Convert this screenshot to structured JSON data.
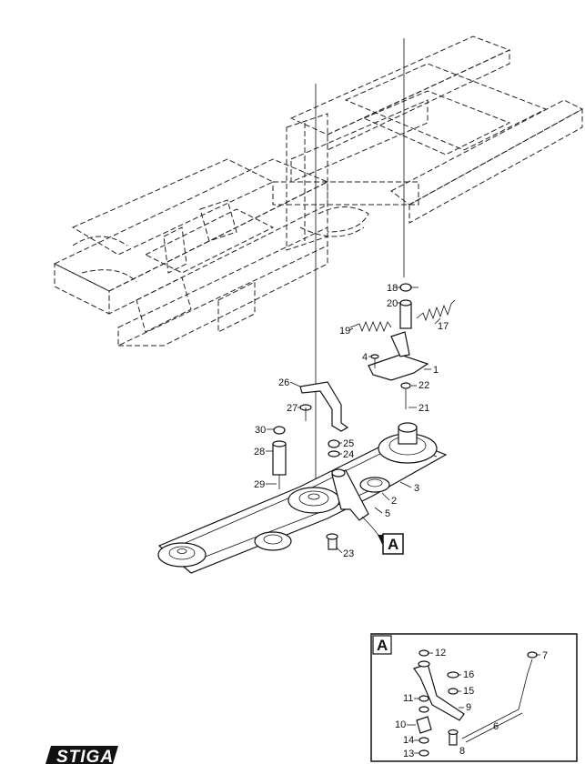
{
  "brand": {
    "logo_text": "STIGA"
  },
  "detail": {
    "label": "A"
  },
  "callout": {
    "label": "A"
  },
  "parts": [
    "1",
    "2",
    "3",
    "4",
    "5",
    "17",
    "18",
    "19",
    "20",
    "21",
    "22",
    "23",
    "24",
    "25",
    "26",
    "27",
    "28",
    "29",
    "30"
  ],
  "detail_parts": [
    "6",
    "7",
    "8",
    "9",
    "10",
    "11",
    "12",
    "13",
    "14",
    "15",
    "16"
  ],
  "colors": {
    "line": "#111111",
    "background": "#ffffff",
    "logo_bg": "#111111"
  }
}
